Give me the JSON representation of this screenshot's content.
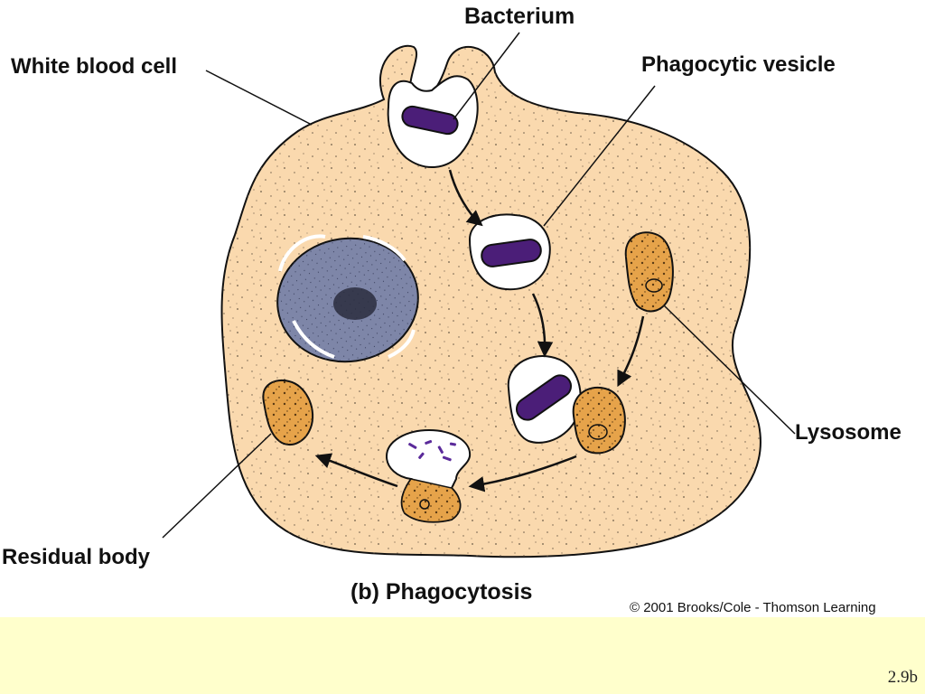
{
  "labels": {
    "bacterium": "Bacterium",
    "white_blood_cell": "White blood cell",
    "phagocytic_vesicle": "Phagocytic vesicle",
    "lysosome": "Lysosome",
    "residual_body": "Residual body"
  },
  "caption": "(b) Phagocytosis",
  "copyright": "© 2001 Brooks/Cole - Thomson Learning",
  "slide_number": "2.9b",
  "colors": {
    "slide_background": "#FFFFCC",
    "panel_background": "#FFFFFF",
    "cytoplasm": "#FAD9AE",
    "nucleus": "#7E86A8",
    "bacterium": "#4B1E78",
    "lysosome": "#E6A34A"
  }
}
